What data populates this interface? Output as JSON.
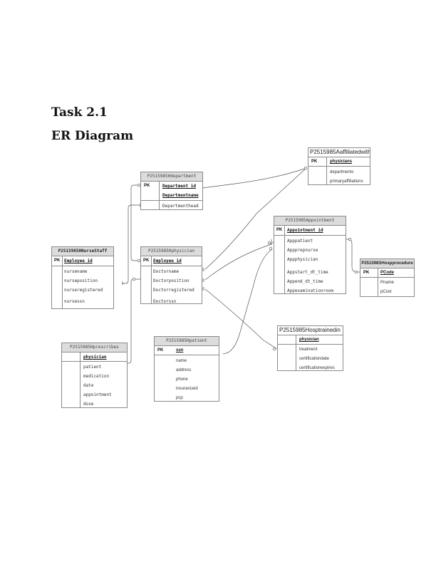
{
  "page": {
    "title": "Task 2.1",
    "subtitle": "ER Diagram"
  },
  "entities": {
    "department": {
      "name": "P2515985Hdepartment",
      "pk_label": "PK",
      "pk": [
        "Department_id",
        "Departmentname"
      ],
      "attrs": [
        "Departmenthead"
      ]
    },
    "affiliated": {
      "name": "P2515985Aaffiliatedwith",
      "pk_label": "PK",
      "pk": [
        "physicians"
      ],
      "attrs": [
        "departments",
        "primaryaffiliations"
      ]
    },
    "appointment": {
      "name": "P2515985Appointment",
      "pk_label": "PK",
      "pk": [
        "Appointment_id"
      ],
      "attrs": [
        "Apppatient",
        "Appprepnurse",
        "Appphysician",
        "Appstart_dt_time",
        "Append_dt_time",
        "Appexaminationroom"
      ]
    },
    "nursestaff": {
      "name": "P2515985HNurseStaff",
      "pk_label": "PK",
      "pk": [
        "Employee_id"
      ],
      "attrs": [
        "nursename",
        "nurseposition",
        "nurseregistered",
        "nursessn"
      ]
    },
    "physician": {
      "name": "P2515985Hphysician",
      "pk_label": "PK",
      "pk": [
        "Employee_id"
      ],
      "attrs": [
        "Doctorname",
        "Doctorposition",
        "Doctorregistered",
        "Doctorssn"
      ]
    },
    "procedure": {
      "name": "P251598SHospprocedure",
      "pk_label": "PK",
      "pk": [
        "PCode"
      ],
      "attrs": [
        "Pname",
        "pCost"
      ]
    },
    "prescribes": {
      "name": "P2515985Hprescribes",
      "pk": [
        "physician"
      ],
      "attrs": [
        "patient",
        "medication",
        "date",
        "appointment",
        "dose"
      ]
    },
    "patient": {
      "name": "P2515985Hpatient",
      "pk_label": "PK",
      "pk": [
        "ssn"
      ],
      "attrs": [
        "name",
        "address",
        "phone",
        "insuranceid",
        "pcp"
      ]
    },
    "trainedin": {
      "name": "P2515985Hosptrainedin",
      "pk": [
        "physician"
      ],
      "attrs": [
        "treatment",
        "certificationdate",
        "certificationexpires"
      ]
    }
  },
  "colors": {
    "border": "#8a8a8a",
    "header": "#dcdcdc",
    "line": "#555555"
  }
}
